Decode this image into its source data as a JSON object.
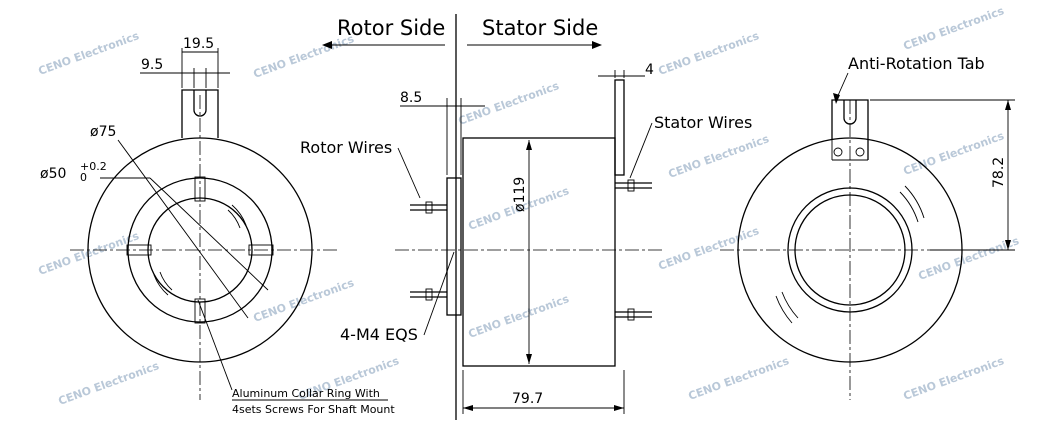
{
  "headings": {
    "rotor_side": "Rotor Side",
    "stator_side": "Stator Side"
  },
  "labels": {
    "rotor_wires": "Rotor Wires",
    "stator_wires": "Stator Wires",
    "anti_rotation_tab": "Anti-Rotation Tab",
    "screws": "4-M4 EQS",
    "collar_line1": "Aluminum Collar Ring With",
    "collar_line2": "4sets Screws For Shaft Mount"
  },
  "dimensions": {
    "tab_width": "19.5",
    "tab_slot": "9.5",
    "outer_diameter": "ø75",
    "bore_diameter": "ø50",
    "bore_tol_upper": "+0.2",
    "bore_tol_lower": "0",
    "flange_thickness": "8.5",
    "tab_thickness": "4",
    "body_diameter": "ø119",
    "body_length": "79.7",
    "tab_height": "78.2"
  },
  "watermark": "CENO Electronics"
}
